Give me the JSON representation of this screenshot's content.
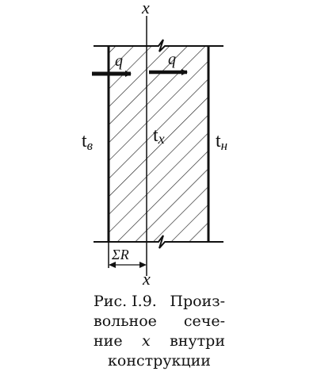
{
  "figure": {
    "axis_top": "x",
    "axis_bottom": "x",
    "flux_left": "q",
    "flux_right": "q",
    "temp_inner": "t",
    "temp_inner_sub": "в",
    "temp_section": "t",
    "temp_section_sub": "x",
    "temp_outer": "t",
    "temp_outer_sub": "н",
    "resistance_label": "ΣR"
  },
  "caption": {
    "line1_a": "Рис. I.9.",
    "line1_b": "Произ-",
    "line2_a": "вольное",
    "line2_b": "сече-",
    "line3_a": "ние",
    "line3_var": "x",
    "line3_b": "внутри",
    "line4": "конструкции"
  }
}
